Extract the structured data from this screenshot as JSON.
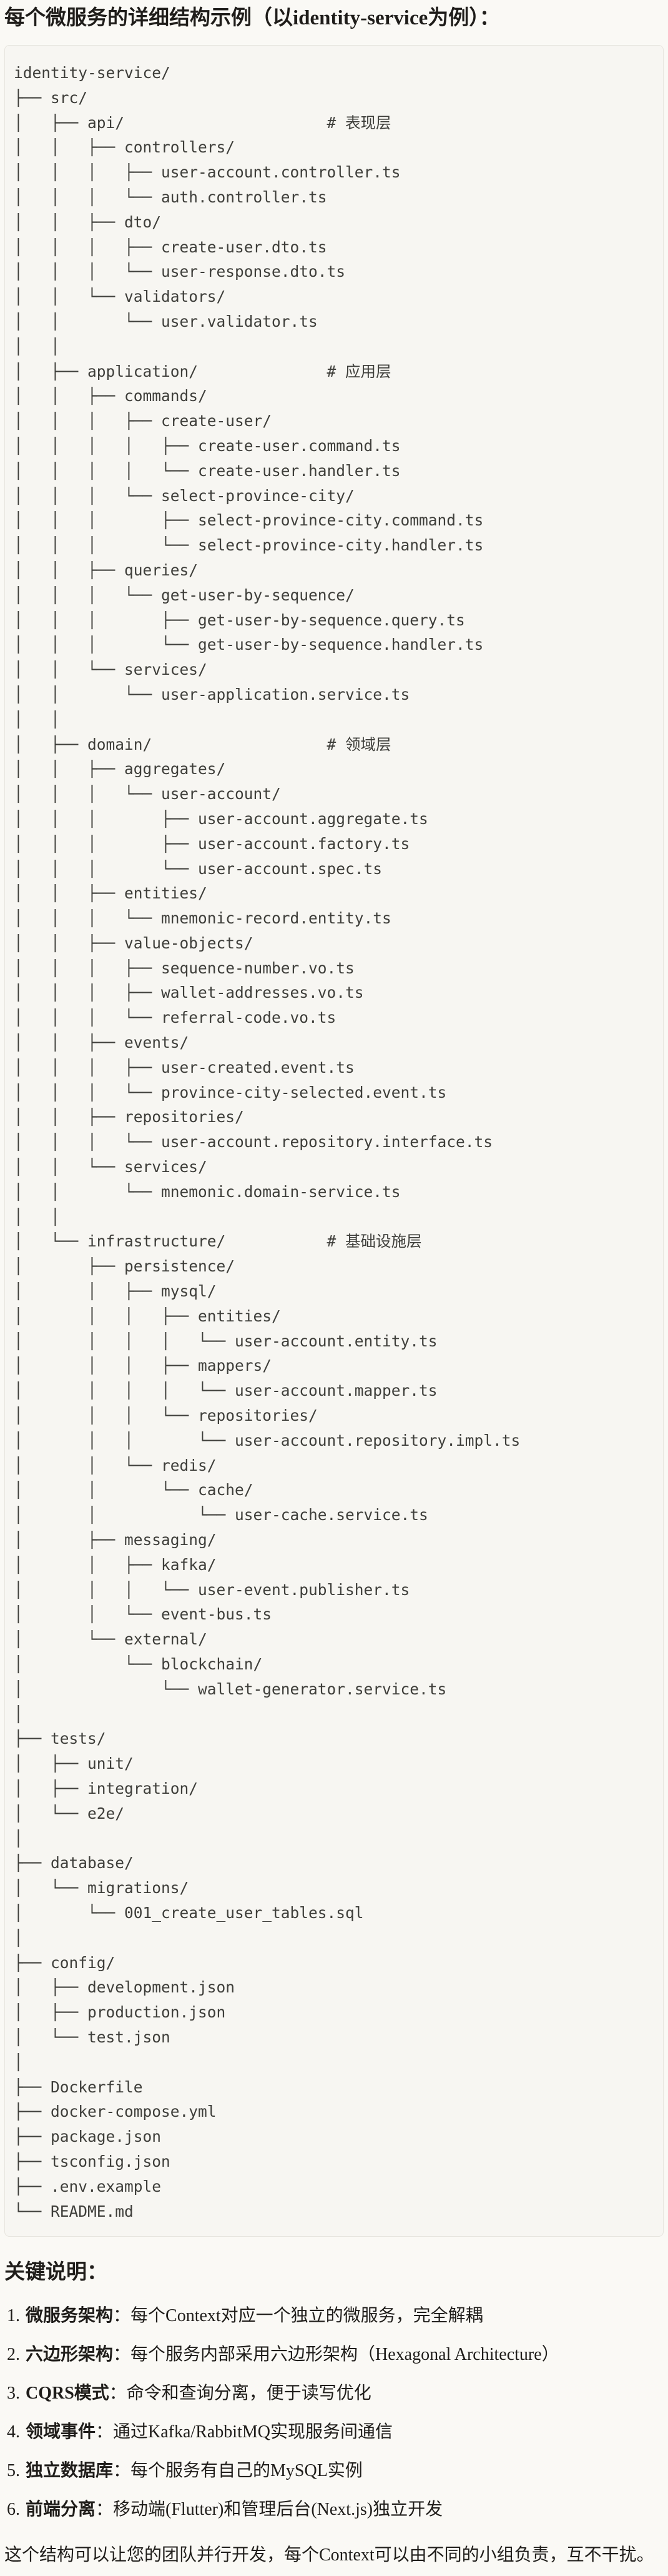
{
  "colors": {
    "page_bg": "#FAF9F5",
    "code_bg": "#F7F6F2",
    "code_border": "#E6E4DE",
    "code_text": "#3E3E3A",
    "text": "#1F1D1A"
  },
  "header": {
    "title": "每个微服务的详细结构示例（以identity-service为例）："
  },
  "tree": {
    "lines": [
      "identity-service/",
      "├── src/",
      "│   ├── api/                      # 表现层",
      "│   │   ├── controllers/",
      "│   │   │   ├── user-account.controller.ts",
      "│   │   │   └── auth.controller.ts",
      "│   │   ├── dto/",
      "│   │   │   ├── create-user.dto.ts",
      "│   │   │   └── user-response.dto.ts",
      "│   │   └── validators/",
      "│   │       └── user.validator.ts",
      "│   │",
      "│   ├── application/              # 应用层",
      "│   │   ├── commands/",
      "│   │   │   ├── create-user/",
      "│   │   │   │   ├── create-user.command.ts",
      "│   │   │   │   └── create-user.handler.ts",
      "│   │   │   └── select-province-city/",
      "│   │   │       ├── select-province-city.command.ts",
      "│   │   │       └── select-province-city.handler.ts",
      "│   │   ├── queries/",
      "│   │   │   └── get-user-by-sequence/",
      "│   │   │       ├── get-user-by-sequence.query.ts",
      "│   │   │       └── get-user-by-sequence.handler.ts",
      "│   │   └── services/",
      "│   │       └── user-application.service.ts",
      "│   │",
      "│   ├── domain/                   # 领域层",
      "│   │   ├── aggregates/",
      "│   │   │   └── user-account/",
      "│   │   │       ├── user-account.aggregate.ts",
      "│   │   │       ├── user-account.factory.ts",
      "│   │   │       └── user-account.spec.ts",
      "│   │   ├── entities/",
      "│   │   │   └── mnemonic-record.entity.ts",
      "│   │   ├── value-objects/",
      "│   │   │   ├── sequence-number.vo.ts",
      "│   │   │   ├── wallet-addresses.vo.ts",
      "│   │   │   └── referral-code.vo.ts",
      "│   │   ├── events/",
      "│   │   │   ├── user-created.event.ts",
      "│   │   │   └── province-city-selected.event.ts",
      "│   │   ├── repositories/",
      "│   │   │   └── user-account.repository.interface.ts",
      "│   │   └── services/",
      "│   │       └── mnemonic.domain-service.ts",
      "│   │",
      "│   └── infrastructure/           # 基础设施层",
      "│       ├── persistence/",
      "│       │   ├── mysql/",
      "│       │   │   ├── entities/",
      "│       │   │   │   └── user-account.entity.ts",
      "│       │   │   ├── mappers/",
      "│       │   │   │   └── user-account.mapper.ts",
      "│       │   │   └── repositories/",
      "│       │   │       └── user-account.repository.impl.ts",
      "│       │   └── redis/",
      "│       │       └── cache/",
      "│       │           └── user-cache.service.ts",
      "│       ├── messaging/",
      "│       │   ├── kafka/",
      "│       │   │   └── user-event.publisher.ts",
      "│       │   └── event-bus.ts",
      "│       └── external/",
      "│           └── blockchain/",
      "│               └── wallet-generator.service.ts",
      "│",
      "├── tests/",
      "│   ├── unit/",
      "│   ├── integration/",
      "│   └── e2e/",
      "│",
      "├── database/",
      "│   └── migrations/",
      "│       └── 001_create_user_tables.sql",
      "│",
      "├── config/",
      "│   ├── development.json",
      "│   ├── production.json",
      "│   └── test.json",
      "│",
      "├── Dockerfile",
      "├── docker-compose.yml",
      "├── package.json",
      "├── tsconfig.json",
      "├── .env.example",
      "└── README.md"
    ]
  },
  "notes": {
    "heading": "关键说明：",
    "items": [
      {
        "num": "1.",
        "label": "微服务架构",
        "text": "：每个Context对应一个独立的微服务，完全解耦"
      },
      {
        "num": "2.",
        "label": "六边形架构",
        "text": "：每个服务内部采用六边形架构（Hexagonal Architecture）"
      },
      {
        "num": "3.",
        "label": "CQRS模式",
        "text": "：命令和查询分离，便于读写优化"
      },
      {
        "num": "4.",
        "label": "领域事件",
        "text": "：通过Kafka/RabbitMQ实现服务间通信"
      },
      {
        "num": "5.",
        "label": "独立数据库",
        "text": "：每个服务有自己的MySQL实例"
      },
      {
        "num": "6.",
        "label": "前端分离",
        "text": "：移动端(Flutter)和管理后台(Next.js)独立开发"
      }
    ],
    "closing": "这个结构可以让您的团队并行开发，每个Context可以由不同的小组负责，互不干扰。"
  }
}
